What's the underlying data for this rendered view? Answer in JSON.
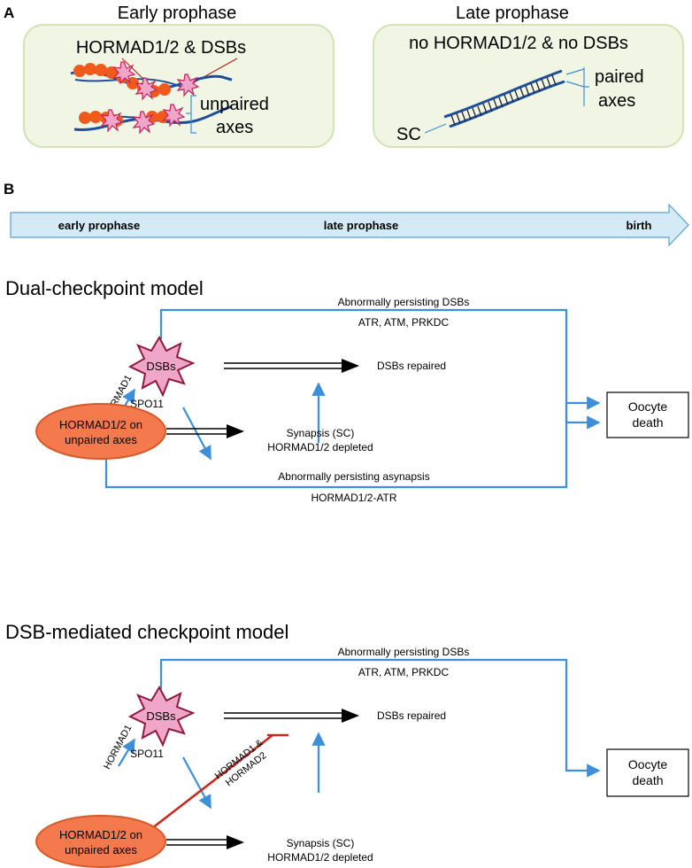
{
  "panel_a": {
    "letter": "A",
    "early": {
      "title": "Early prophase",
      "label": "HORMAD1/2 & DSBs",
      "axes_label_1": "unpaired",
      "axes_label_2": "axes"
    },
    "late": {
      "title": "Late prophase",
      "label": "no HORMAD1/2 & no DSBs",
      "axes_label_1": "paired",
      "axes_label_2": "axes",
      "sc_label": "SC"
    }
  },
  "panel_b": {
    "letter": "B",
    "timeline": {
      "start": "early prophase",
      "middle": "late prophase",
      "end": "birth"
    },
    "dual": {
      "title": "Dual-checkpoint model",
      "persist_dsbs": "Abnormally persisting DSBs",
      "kinases": "ATR, ATM, PRKDC",
      "dsbs": "DSBs",
      "spo11": "SPO11",
      "hormad1_arrow": "HORMAD1",
      "dsbs_repaired": "DSBs repaired",
      "hormad_node_1": "HORMAD1/2 on",
      "hormad_node_2": "unpaired axes",
      "synapsis_1": "Synapsis (SC)",
      "synapsis_2": "HORMAD1/2 depleted",
      "oocyte_1": "Oocyte",
      "oocyte_2": "death",
      "persist_asynapsis": "Abnormally persisting asynapsis",
      "hormad_atr": "HORMAD1/2-ATR"
    },
    "dsb": {
      "title": "DSB-mediated checkpoint model",
      "persist_dsbs": "Abnormally persisting DSBs",
      "kinases": "ATR, ATM, PRKDC",
      "dsbs": "DSBs",
      "spo11": "SPO11",
      "hormad1_arrow": "HORMAD1",
      "inhibit_1": "HORMAD1 &",
      "inhibit_2": "HORMAD2",
      "dsbs_repaired": "DSBs repaired",
      "hormad_node_1": "HORMAD1/2 on",
      "hormad_node_2": "unpaired axes",
      "synapsis_1": "Synapsis (SC)",
      "synapsis_2": "HORMAD1/2 depleted",
      "oocyte_1": "Oocyte",
      "oocyte_2": "death"
    }
  },
  "colors": {
    "blue_arrow": "#3d8fd9",
    "box_fill": "#f1f6e4",
    "box_border": "#cfe5b4",
    "chrom_blue": "#1f4e9c",
    "protein_orange": "#f05a1a",
    "dsb_pink": "#f0a6c8",
    "dsb_border": "#c0245e",
    "ellipse_fill": "#f47a4e",
    "ellipse_border": "#d45a2a",
    "timeline_fill": "#d4ebf7",
    "timeline_border": "#5aa0cf",
    "inhibit_red": "#c8281e"
  }
}
